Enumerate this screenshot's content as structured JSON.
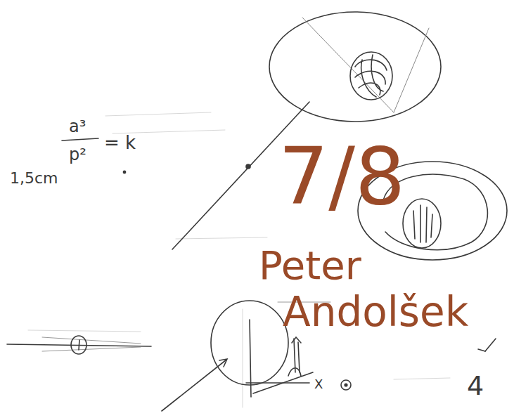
{
  "diagram": {
    "labels": [
      "a³",
      "p²",
      "= k",
      "1,5cm",
      "7/8",
      "Peter",
      "Andolšek",
      "X",
      "4"
    ]
  }
}
